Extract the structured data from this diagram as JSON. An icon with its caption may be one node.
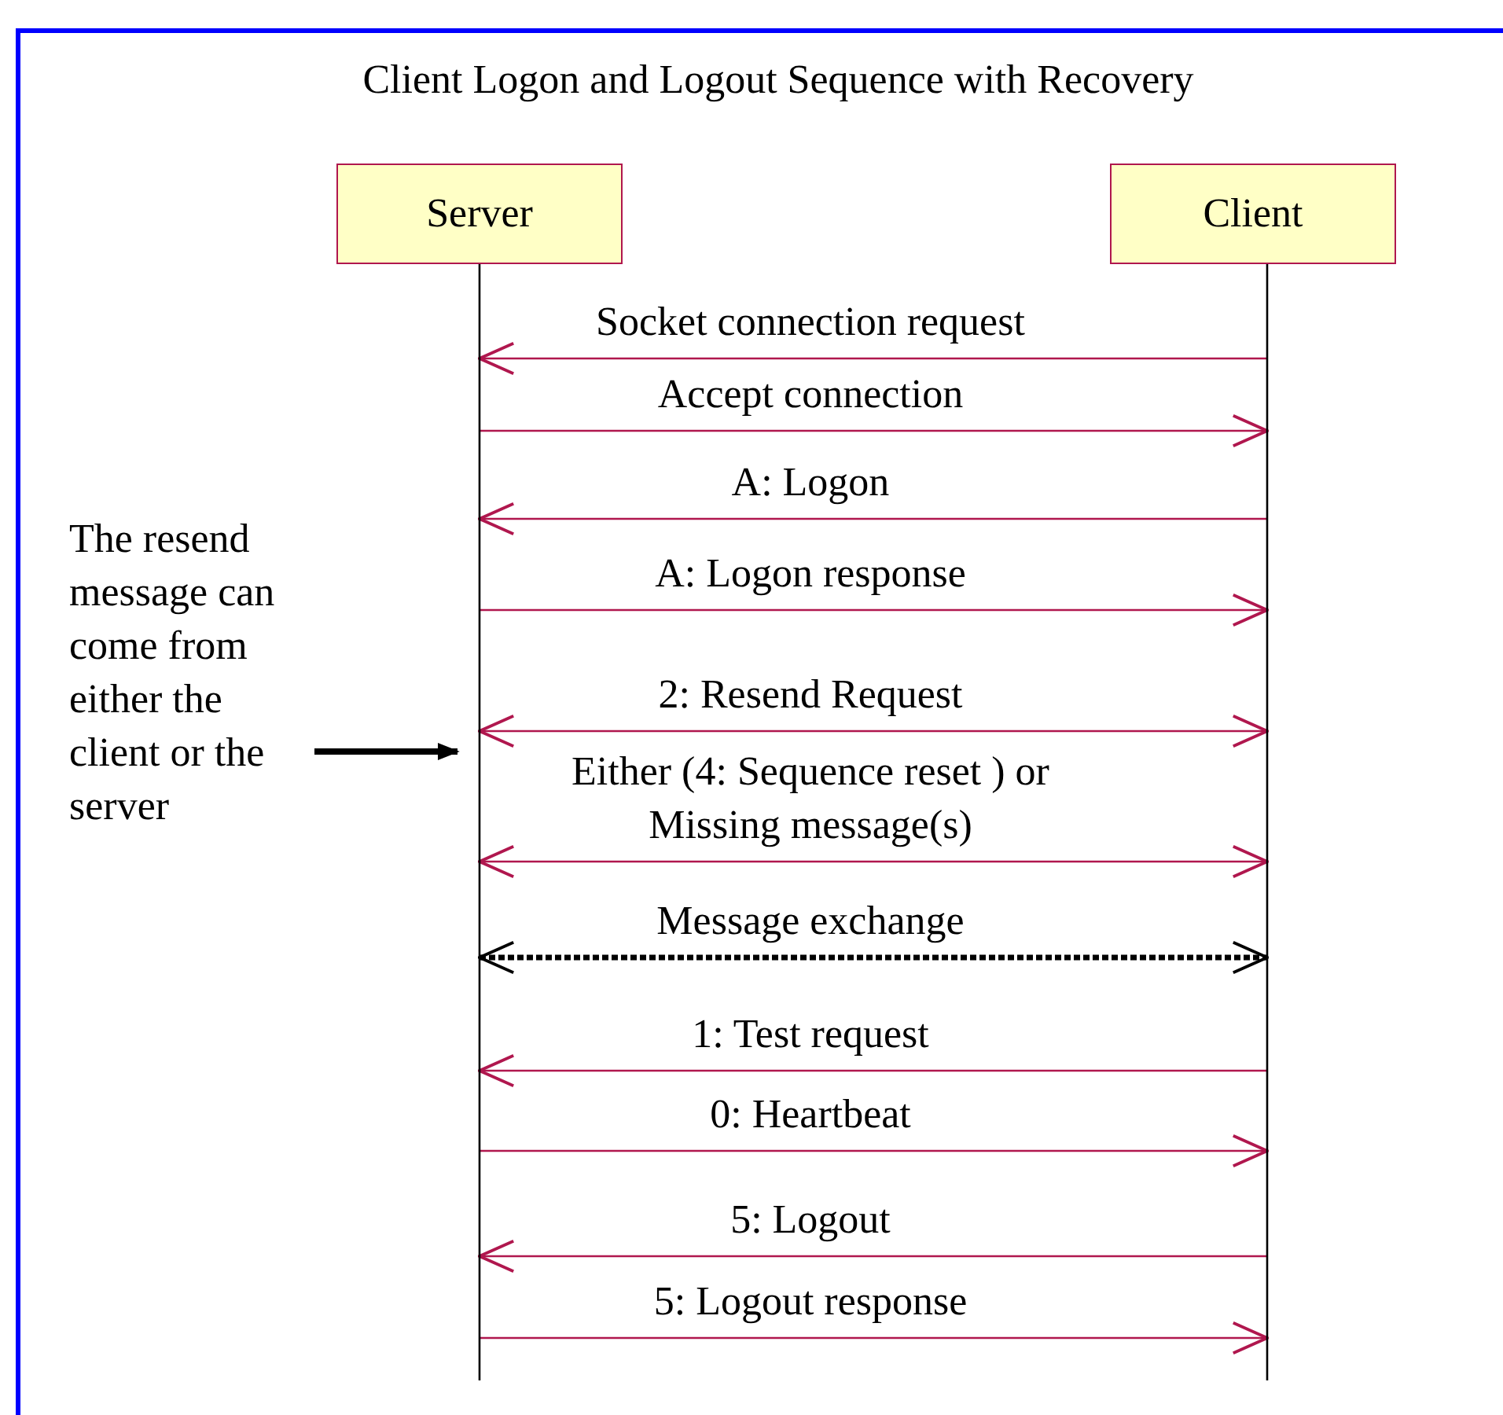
{
  "diagram": {
    "title": "Client Logon and Logout Sequence with Recovery",
    "nodes": [
      {
        "text": [
          "Server"
        ]
      },
      {
        "text": [
          "Client"
        ]
      },
      {
        "text": [
          "The resend message can come from either the client or the server"
        ]
      }
    ],
    "edges": [
      {
        "from": 1,
        "to": 0,
        "arrow": "to",
        "label": "Socket connection request"
      },
      {
        "from": 0,
        "to": 1,
        "arrow": "to",
        "label": "Accept connection"
      },
      {
        "from": 1,
        "to": 0,
        "arrow": "to",
        "label": "A: Logon"
      },
      {
        "from": 0,
        "to": 1,
        "arrow": "to",
        "label": "A: Logon response"
      },
      {
        "from": 0,
        "to": 1,
        "arrow": "both",
        "label": "2: Resend Request"
      },
      {
        "from": 0,
        "to": 1,
        "arrow": "both",
        "label": "Either (4: Sequence reset ) or Missing message(s)"
      },
      {
        "from": 0,
        "to": 1,
        "arrow": "both",
        "label": "Message exchange",
        "style": "dashed",
        "color": "#000000"
      },
      {
        "from": 1,
        "to": 0,
        "arrow": "to",
        "label": "1: Test request"
      },
      {
        "from": 0,
        "to": 1,
        "arrow": "to",
        "label": "0: Heartbeat"
      },
      {
        "from": 1,
        "to": 0,
        "arrow": "to",
        "label": "5: Logout"
      },
      {
        "from": 0,
        "to": 1,
        "arrow": "to",
        "label": "5: Logout response"
      },
      {
        "from": 2,
        "to": 0,
        "arrow": "to",
        "style": "thick",
        "color": "#000000"
      }
    ]
  }
}
